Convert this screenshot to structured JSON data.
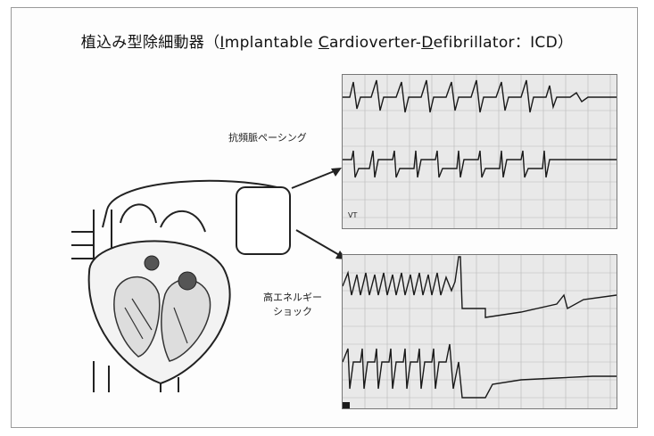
{
  "figure": {
    "title": {
      "prefix": "植込み型除細動器（",
      "i_letter": "I",
      "i_rest": "mplantable ",
      "c_letter": "C",
      "c_rest": "ardioverter-",
      "d_letter": "D",
      "d_rest": "efibrillator：ICD）"
    },
    "label_pacing": "抗頻脈ペーシング",
    "label_shock_line1": "高エネルギー",
    "label_shock_line2": "ショック",
    "strip_top_marker": "VT"
  },
  "colors": {
    "ink": "#1a1a1a",
    "grid": "#b9b9b9",
    "paper": "#e9e9e9"
  }
}
